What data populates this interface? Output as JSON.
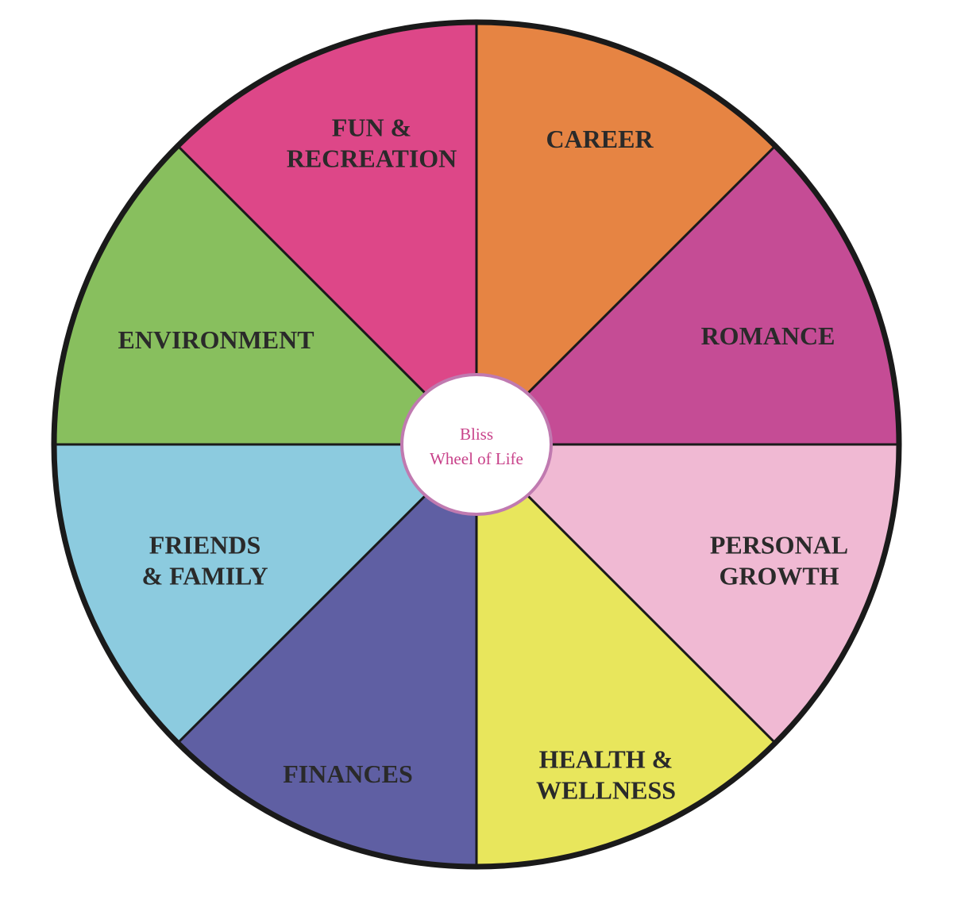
{
  "wheel": {
    "center": {
      "lines": [
        "Bliss",
        "Wheel of Life"
      ],
      "text_color": "#c8428a",
      "border_color": "#c07ab0",
      "fill": "#ffffff"
    },
    "outline_color": "#1a1a1a",
    "segments": [
      {
        "id": "career",
        "lines": [
          "CAREER"
        ],
        "color": "#e68443"
      },
      {
        "id": "romance",
        "lines": [
          "ROMANCE"
        ],
        "color": "#c54c95"
      },
      {
        "id": "personal-growth",
        "lines": [
          "PERSONAL",
          "GROWTH"
        ],
        "color": "#f0b9d3"
      },
      {
        "id": "health-wellness",
        "lines": [
          "HEALTH &",
          "WELLNESS"
        ],
        "color": "#e8e65c"
      },
      {
        "id": "finances",
        "lines": [
          "FINANCES"
        ],
        "color": "#5f5fa3"
      },
      {
        "id": "friends-family",
        "lines": [
          "FRIENDS",
          "& FAMILY"
        ],
        "color": "#8ccbdf"
      },
      {
        "id": "environment",
        "lines": [
          "ENVIRONMENT"
        ],
        "color": "#88bf5e"
      },
      {
        "id": "fun-recreation",
        "lines": [
          "FUN &",
          "RECREATION"
        ],
        "color": "#dd4788"
      }
    ]
  }
}
